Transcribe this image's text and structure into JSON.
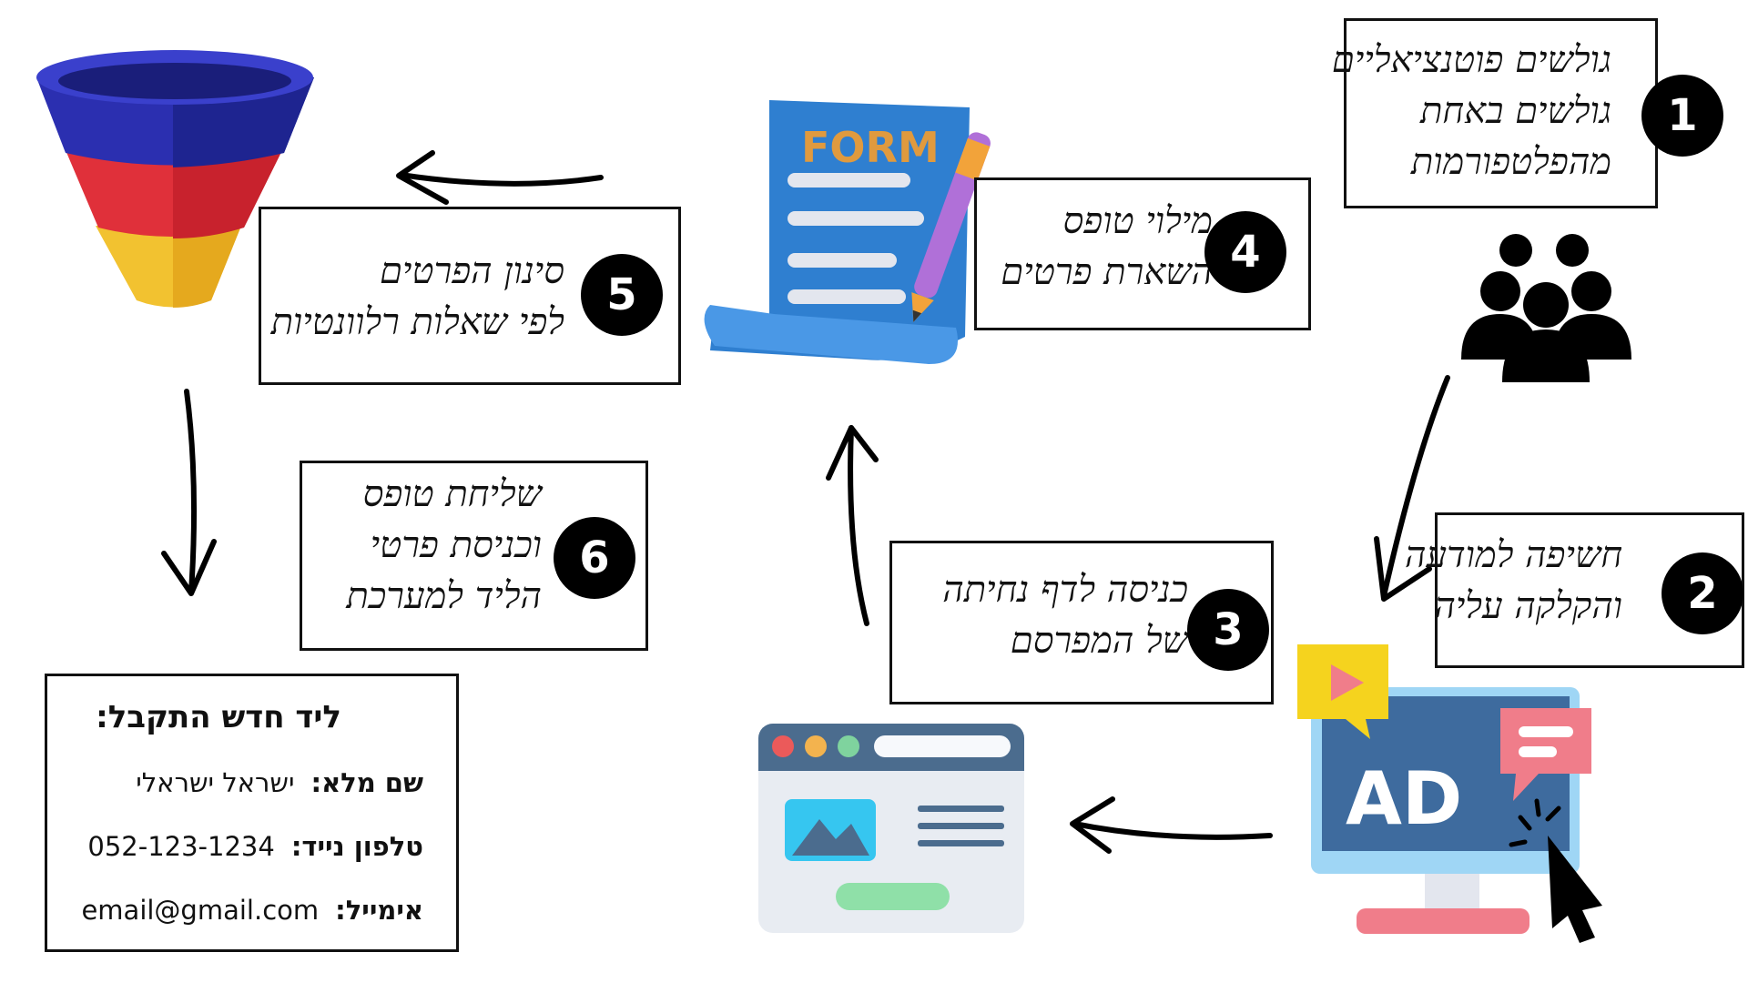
{
  "steps": [
    {
      "number": "1",
      "lines": [
        "גולשים פוטנציאליים",
        "גולשים באחת",
        "מהפלטפורמות"
      ]
    },
    {
      "number": "2",
      "lines": [
        "חשיפה למודעה",
        "והקלקה עליה"
      ]
    },
    {
      "number": "3",
      "lines": [
        "כניסה לדף נחיתה",
        "של המפרסם"
      ]
    },
    {
      "number": "4",
      "lines": [
        "מילוי טופס",
        "השארת פרטים"
      ]
    },
    {
      "number": "5",
      "lines": [
        "סינון הפרטים",
        "לפי שאלות רלוונטיות"
      ]
    },
    {
      "number": "6",
      "lines": [
        "שליחת טופס",
        "וכניסת פרטי",
        "הליד למערכת"
      ]
    }
  ],
  "form_icon": {
    "label": "FORM"
  },
  "ad_icon": {
    "label": "AD"
  },
  "lead_card": {
    "title": "ליד חדש התקבל:",
    "rows": [
      {
        "label": "שם מלא:",
        "value": "ישראל ישראלי"
      },
      {
        "label": "טלפון נייד:",
        "value": "052-123-1234"
      },
      {
        "label": "אימייל:",
        "value": "email@gmail.com"
      }
    ]
  },
  "colors": {
    "funnel_top": "#2B2FB0",
    "funnel_mid": "#E0303A",
    "funnel_bottom": "#F2C230",
    "form_blue": "#2F7FD0",
    "pen_purple": "#B070D8",
    "ad_screen": "#3E6B9E",
    "ad_yellow": "#F5D31E",
    "ad_pink": "#F07D8A"
  }
}
